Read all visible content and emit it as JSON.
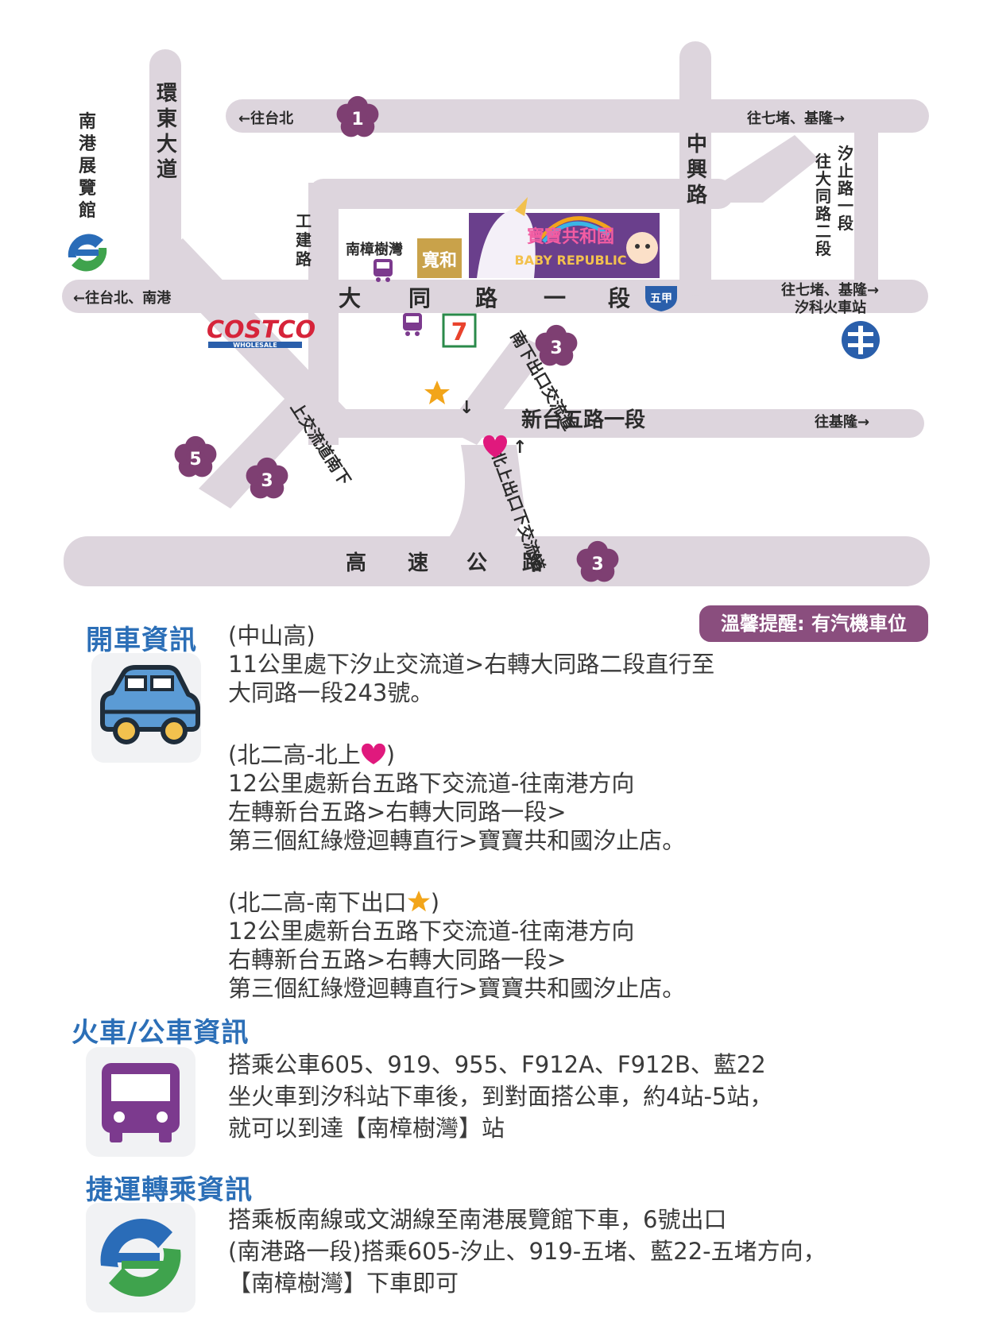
{
  "map": {
    "road_labels": {
      "huandong": "環東大道",
      "gongjian": "工建路",
      "zhongxing": "中興路",
      "datong": [
        "大",
        "同",
        "路",
        "一",
        "段"
      ],
      "xintai": "新台五路一段",
      "highway": [
        "高",
        "速",
        "公",
        "路"
      ],
      "xizhi_2": "汐止路一段",
      "datong_2": "往大同路二段",
      "route_badge": "五甲"
    },
    "direction_labels": {
      "to_taipei_top": "←往台北",
      "to_qidu_keelung_top": "往七堵、基隆→",
      "to_taipei_nangang": "←往台北、南港",
      "to_qidu_keelung_mid": "往七堵、基隆→",
      "xike_station": "汐科火車站",
      "to_keelung": "往基隆→"
    },
    "place_labels": {
      "nangang_exhibition": "南港展覽館",
      "nanzhang_bus": "南樟樹灣",
      "kuanhe": "寬和",
      "costco": "COSTCO",
      "costco_sub": "WHOLESALE",
      "store_logo_cn": "寶寶共和國",
      "store_logo_en": "BABY REPUBLIC",
      "seven_eleven": "7"
    },
    "ramp_labels": {
      "south_exit": "南下出口交流道",
      "north_exit_arrow": "↑",
      "north_exit": "北上出口下交流道",
      "south_exit_arrow": "↓",
      "up_ramp": "上交流道南下"
    },
    "markers": [
      "1",
      "3",
      "3",
      "5",
      "3"
    ]
  },
  "driving": {
    "title": "開車資訊",
    "reminder": "溫馨提醒: 有汽機車位",
    "block1": [
      "(中山高)",
      "11公里處下汐止交流道>右轉大同路二段直行至",
      "大同路一段243號。"
    ],
    "block2_head": "(北二高-北上",
    "block2_tail": ")",
    "block2": [
      "12公里處新台五路下交流道-往南港方向",
      "左轉新台五路>右轉大同路一段>",
      "第三個紅綠燈迴轉直行>寶寶共和國汐止店。"
    ],
    "block3_head": "(北二高-南下出口",
    "block3_tail": ")",
    "block3": [
      "12公里處新台五路下交流道-往南港方向",
      "右轉新台五路>右轉大同路一段>",
      "第三個紅綠燈迴轉直行>寶寶共和國汐止店。"
    ]
  },
  "bus": {
    "title": "火車/公車資訊",
    "lines": [
      "搭乘公車605、919、955、F912A、F912B、藍22",
      "坐火車到汐科站下車後，到對面搭公車，約4站-5站，",
      "就可以到達【南樟樹灣】站"
    ]
  },
  "mrt": {
    "title": "捷運轉乘資訊",
    "lines": [
      "搭乘板南線或文湖線至南港展覽館下車，6號出口",
      "(南港路一段)搭乘605-汐止、919-五堵、藍22-五堵方向，",
      "【南樟樹灣】下車即可"
    ]
  },
  "colors": {
    "road": "#ddd5dd",
    "marker": "#7e3f72",
    "title_blue": "#2c6fb7",
    "heart": "#e0197d",
    "star": "#f2a51a",
    "reminder_bg": "#8a4e7e",
    "bus_icon": "#7c3a8e",
    "car_icon": "#5b9bd5"
  }
}
